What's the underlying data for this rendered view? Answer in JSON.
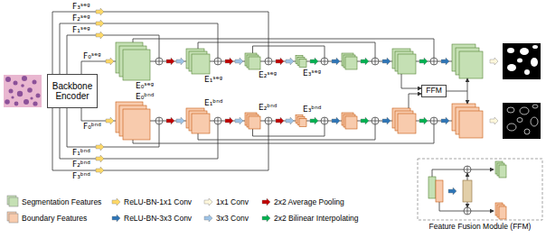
{
  "diagram": {
    "nodes": [
      {
        "text": [
          "Backbone Encoder"
        ]
      },
      {
        "text": [
          "FFM"
        ]
      }
    ],
    "labels": [
      "F₃ˢᵉᵍ",
      "F₂ˢᵉᵍ",
      "F₁ˢᵉᵍ",
      "F₀ˢᵉᵍ",
      "E₀ˢᵉᵍ",
      "E₁ˢᵉᵍ",
      "E₂ˢᵉᵍ",
      "E₃ˢᵉᵍ",
      "F₀ᵇⁿᵈ",
      "E₀ᵇⁿᵈ",
      "E₁ᵇⁿᵈ",
      "E₂ᵇⁿᵈ",
      "E₃ᵇⁿᵈ",
      "F₁ᵇⁿᵈ",
      "F₂ᵇⁿᵈ",
      "F₃ᵇⁿᵈ",
      "Feature Fusion Module (FFM)"
    ],
    "legend": [
      {
        "text": "Segmentation Features",
        "color": "#c5e0b4"
      },
      {
        "text": "ReLU-BN-1x1 Conv"
      },
      {
        "text": "1x1 Conv"
      },
      {
        "text": "2x2 Average Pooling"
      },
      {
        "text": "Boundary Features",
        "color": "#f8cbad"
      },
      {
        "text": "ReLU-BN-3x3 Conv"
      },
      {
        "text": "3x3 Conv"
      },
      {
        "text": "2x2 Bilinear Interpolating"
      }
    ]
  }
}
